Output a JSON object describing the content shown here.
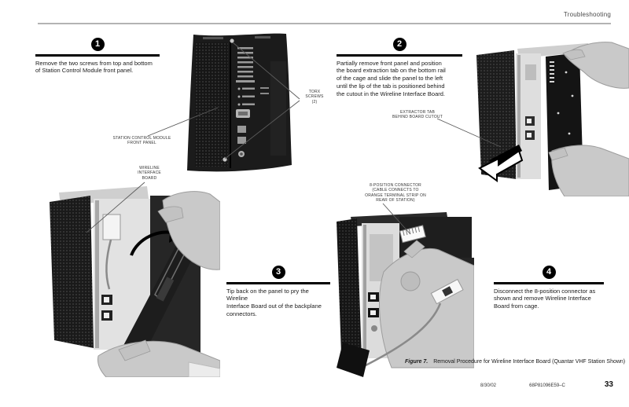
{
  "header": {
    "title": "Troubleshooting"
  },
  "steps": [
    {
      "number": "1",
      "text": "Remove the two screws from top and bottom\nof Station Control Module front panel."
    },
    {
      "number": "2",
      "text": "Partially remove front panel and position\nthe board extraction tab on the bottom rail\nof the cage and slide the panel to the left\nuntil the lip of the tab is positioned behind\nthe cutout in the Wireline Interface Board."
    },
    {
      "number": "3",
      "text": "Tip back on the panel to pry the Wireline\nInterface Board out of the backplane\nconnectors."
    },
    {
      "number": "4",
      "text": "Disconnect the 8-position connector as\nshown and remove Wireline Interface\nBoard from cage."
    }
  ],
  "callouts": {
    "station_control": "STATION CONTROL MODULE\nFRONT PANEL",
    "wireline_board": "WIRELINE\nINTERFACE\nBOARD",
    "torx_screws": "TORX\nSCREWS\n(2)",
    "extractor_tab": "EXTRACTOR TAB\nBEHIND BOARD CUTOUT",
    "connector_8pos": "8-POSITION CONNECTOR\n(CABLE CONNECTS TO\nORANGE TERMINAL STRIP ON\nREAR OF STATION)"
  },
  "figure": {
    "label": "Figure 7.",
    "caption": "Removal Procedure for Wireline Interface Board (Quantar VHF Station Shown)"
  },
  "footer": {
    "date": "8/30/02",
    "doc_number": "68P81096E59–C",
    "page_number": "33"
  }
}
